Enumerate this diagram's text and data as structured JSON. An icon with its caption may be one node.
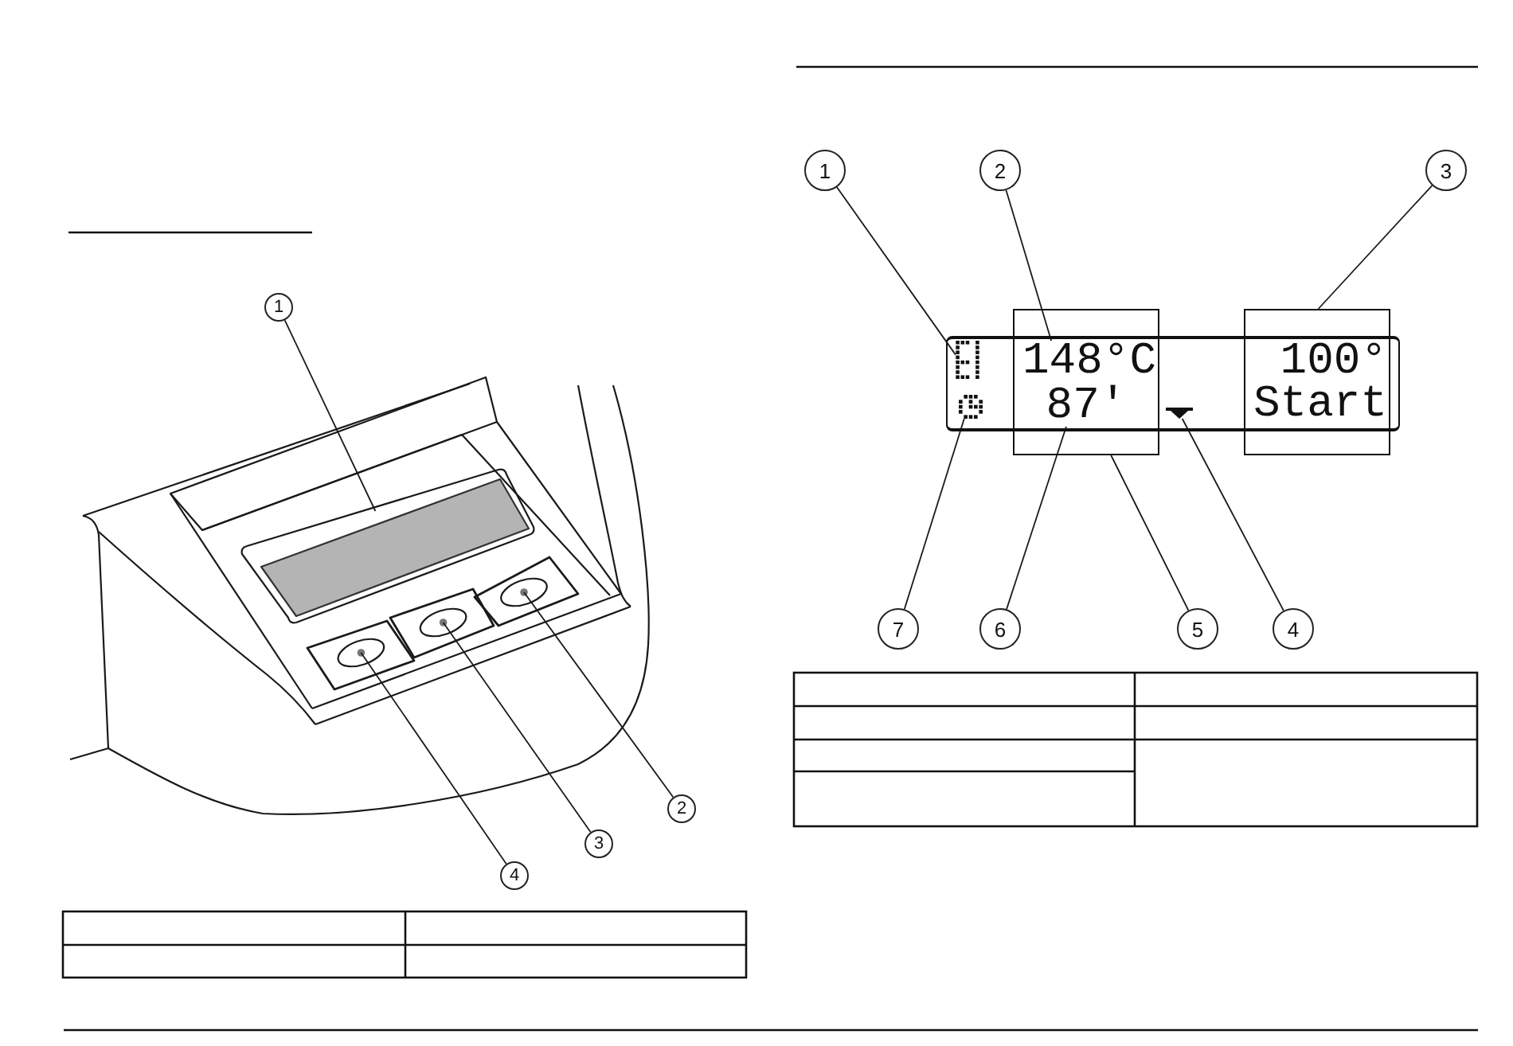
{
  "diagram": {
    "nodes": [
      {
        "text": [
          "1"
        ]
      },
      {
        "text": [
          "2"
        ]
      },
      {
        "text": [
          "3"
        ]
      },
      {
        "text": [
          "4"
        ]
      },
      {
        "text": [
          "1"
        ]
      },
      {
        "text": [
          "2"
        ]
      },
      {
        "text": [
          "3"
        ]
      },
      {
        "text": [],
        "shape": "box"
      },
      {
        "text": [],
        "shape": "picture",
        "in": 7
      },
      {
        "text": [],
        "shape": "picture",
        "in": 7
      },
      {
        "text": [],
        "shape": "box"
      },
      {
        "text": [
          "148°C"
        ]
      },
      {
        "text": [
          "87'"
        ]
      },
      {
        "text": [],
        "shape": "triangle",
        "in": 7
      },
      {
        "text": [
          "100°",
          "Start"
        ]
      },
      {
        "text": [
          "7"
        ]
      },
      {
        "text": [
          "6"
        ]
      },
      {
        "text": [
          "5"
        ]
      },
      {
        "text": [
          "4"
        ]
      }
    ],
    "edges": [
      {
        "from": 0,
        "to": null,
        "arrow": "none"
      },
      {
        "from": 1,
        "to": null,
        "arrow": "none"
      },
      {
        "from": 2,
        "to": null,
        "arrow": "none"
      },
      {
        "from": 3,
        "to": null,
        "arrow": "none"
      },
      {
        "from": 4,
        "to": 8,
        "arrow": "none"
      },
      {
        "from": 5,
        "to": 11,
        "arrow": "none"
      },
      {
        "from": 6,
        "to": 14,
        "arrow": "none"
      },
      {
        "from": 15,
        "to": 9,
        "arrow": "none"
      },
      {
        "from": 16,
        "to": 12,
        "arrow": "none"
      },
      {
        "from": 17,
        "to": 10,
        "arrow": "none"
      },
      {
        "from": 18,
        "to": 13,
        "arrow": "none"
      }
    ]
  }
}
